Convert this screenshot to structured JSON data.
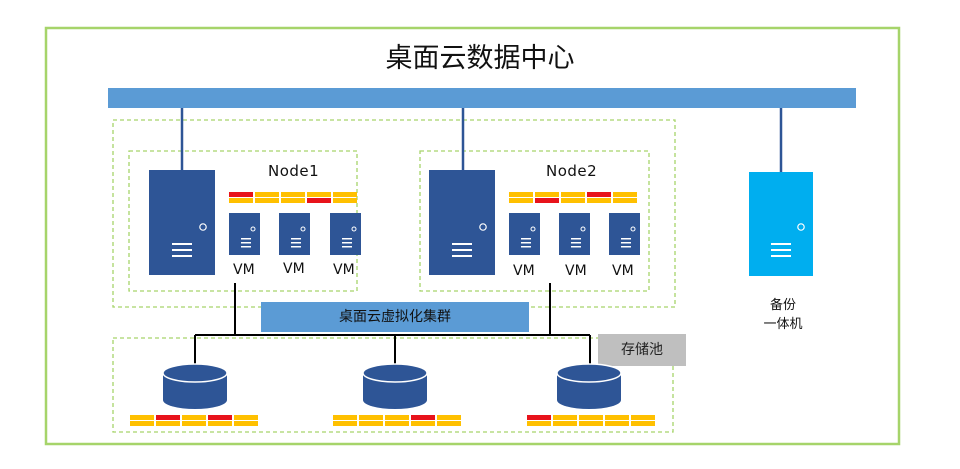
{
  "title": "桌面云数据中心",
  "nodes": [
    {
      "label": "Node1",
      "vm_labels": [
        "VM",
        "VM",
        "VM"
      ]
    },
    {
      "label": "Node2",
      "vm_labels": [
        "VM",
        "VM",
        "VM"
      ]
    }
  ],
  "cluster_label": "桌面云虚拟化集群",
  "storage_pool_label": "存储池",
  "backup": {
    "line1": "备份",
    "line2": "一体机"
  },
  "colors": {
    "frame_border": "#a6d46a",
    "dashed_border": "#a6d46a",
    "network_bar": "#5b9bd5",
    "server_body": "#2e5596",
    "backup_server": "#00aeef",
    "connector": "#000000",
    "disk_bar_yellow": "#ffc000",
    "disk_bar_red": "#e8131b",
    "storage_tag_bg": "#bfbfbf"
  },
  "icons": [
    "server-icon",
    "vm-icon",
    "storage-disk-icon",
    "backup-server-icon"
  ]
}
